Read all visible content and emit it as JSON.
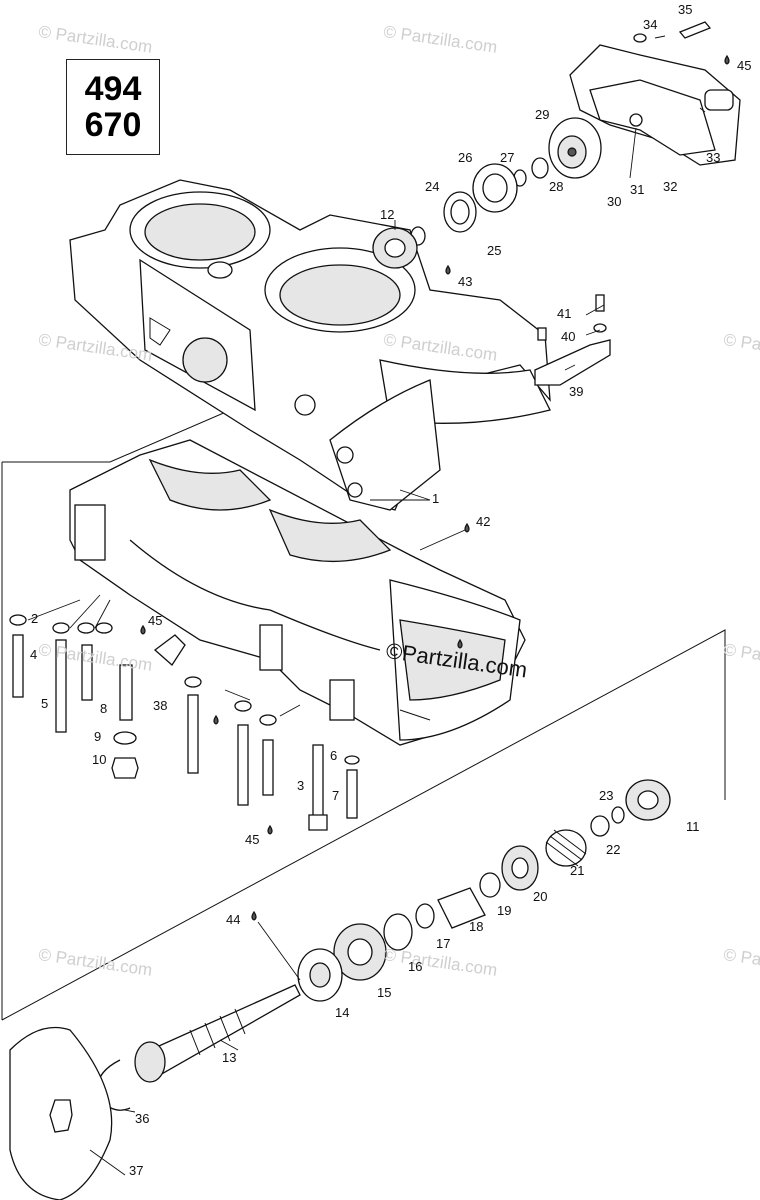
{
  "model_numbers": [
    "494",
    "670"
  ],
  "watermarks": {
    "faint": "© Partzilla.com",
    "strong": "©Partzilla.com"
  },
  "callouts": [
    "35",
    "34",
    "45",
    "29",
    "33",
    "26",
    "27",
    "28",
    "31",
    "32",
    "30",
    "24",
    "12",
    "25",
    "43",
    "41",
    "40",
    "39",
    "1",
    "42",
    "2",
    "45",
    "4",
    "5",
    "8",
    "38",
    "9",
    "10",
    "6",
    "3",
    "7",
    "45",
    "44",
    "11",
    "23",
    "22",
    "21",
    "20",
    "19",
    "18",
    "17",
    "16",
    "15",
    "14",
    "13",
    "36",
    "37"
  ],
  "icons": [
    "drop-icon",
    "bolt-icon",
    "washer-icon",
    "nut-icon",
    "bearing-icon",
    "gear-icon",
    "spring-icon",
    "shaft-icon",
    "circlip-icon",
    "seal-icon"
  ]
}
